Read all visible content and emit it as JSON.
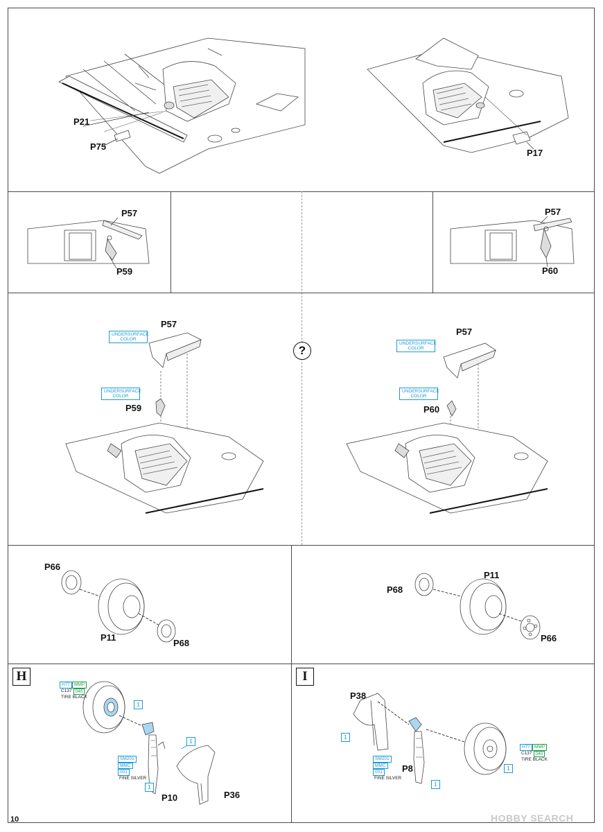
{
  "page_number": "10",
  "watermark": "HOBBY SEARCH",
  "question_mark": "?",
  "top_left": {
    "p21": "P21",
    "p75": "P75"
  },
  "top_right": {
    "p17": "P17"
  },
  "detail_left": {
    "p57": "P57",
    "p59": "P59"
  },
  "detail_right": {
    "p57": "P57",
    "p60": "P60"
  },
  "assembly_left": {
    "p57": "P57",
    "p59": "P59",
    "color_top": "UNDERSURFACE COLOR",
    "color_bottom": "UNDERSURFACE COLOR"
  },
  "assembly_right": {
    "p57": "P57",
    "p60": "P60",
    "color_top": "UNDERSURFACE COLOR",
    "color_bottom": "UNDERSURFACE COLOR"
  },
  "wheel_left": {
    "p66": "P66",
    "p11": "P11",
    "p68": "P68"
  },
  "wheel_right": {
    "p68": "P68",
    "p11": "P11",
    "p66": "P66"
  },
  "section_h": {
    "mark": "H",
    "p10": "P10",
    "p36": "P36",
    "tire_paint": {
      "c1": "H77",
      "c2": "MMP",
      "c3": "C137",
      "c4": "040",
      "name": "TIRE BLACK"
    },
    "strut_paint": {
      "c1": "SM201",
      "c2": "MMC",
      "c3": "001",
      "name": "FINE SILVER"
    },
    "step": "1"
  },
  "section_i": {
    "mark": "I",
    "p38": "P38",
    "p8": "P8",
    "tire_paint": {
      "c1": "H77",
      "c2": "MMP",
      "c3": "C137",
      "c4": "040",
      "name": "TIRE BLACK"
    },
    "strut_paint": {
      "c1": "SM201",
      "c2": "MMC",
      "c3": "001",
      "name": "FINE SILVER"
    },
    "step": "1"
  }
}
